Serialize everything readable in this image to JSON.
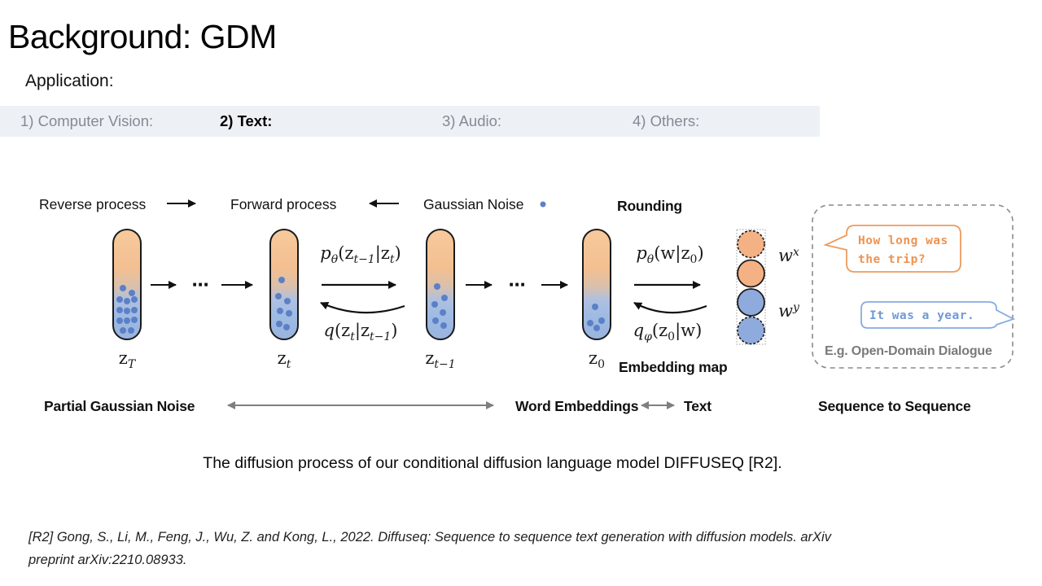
{
  "slide": {
    "title": "Background: GDM",
    "subtitle": "Application:",
    "tabs": [
      {
        "label": "1) Computer Vision:",
        "active": false
      },
      {
        "label": "2) Text:",
        "active": true
      },
      {
        "label": "3) Audio:",
        "active": false
      },
      {
        "label": "4) Others:",
        "active": false
      }
    ],
    "caption": "The diffusion process of our conditional diffusion language model DIFFUSEQ [R2].",
    "reference_line1": "[R2] Gong, S., Li, M., Feng, J., Wu, Z. and Kong, L., 2022. Diffuseq: Sequence to sequence text generation with diffusion models. arXiv",
    "reference_line2": "preprint arXiv:2210.08933."
  },
  "diagram": {
    "labels": {
      "reverse": "Reverse process",
      "forward": "Forward process",
      "gaussian": "Gaussian Noise",
      "rounding": "Rounding",
      "embedding_map": "Embedding map",
      "partial_gaussian_noise": "Partial Gaussian Noise",
      "word_embeddings": "Word Embeddings",
      "text": "Text",
      "seq_to_seq": "Sequence to Sequence",
      "example": "E.g. Open-Domain Dialogue",
      "ellipsis": "⋯"
    },
    "math": {
      "p_t": [
        "p",
        "θ",
        "(z",
        "t−1",
        "|z",
        "t",
        ")"
      ],
      "q_t": [
        "q",
        "(z",
        "t",
        "|z",
        "t−1",
        ")"
      ],
      "p_w": [
        "p",
        "θ",
        "(w|z",
        "0",
        ")"
      ],
      "q_w": [
        "q",
        "φ",
        "(z",
        "0",
        "|w)"
      ]
    },
    "capsules": [
      {
        "base": "z",
        "sub": "T"
      },
      {
        "base": "z",
        "sub": "t"
      },
      {
        "base": "z",
        "sub": "t−1"
      },
      {
        "base": "z",
        "sub": "0"
      }
    ],
    "words": [
      {
        "base": "w",
        "sup": "x"
      },
      {
        "base": "w",
        "sup": "y"
      }
    ],
    "bubbles": {
      "question_line1": "How long was",
      "question_line2": "the trip?",
      "answer": "It was a year."
    },
    "colors": {
      "token_orange": "#F4B183",
      "token_blue": "#8FAADC",
      "noise_dot": "#5B80C7",
      "bubble_orange": "#ED9350",
      "bubble_blue": "#6F9AD8",
      "muted_gray": "#7F7F7F",
      "tabbar_bg": "#EDF1F6"
    }
  }
}
